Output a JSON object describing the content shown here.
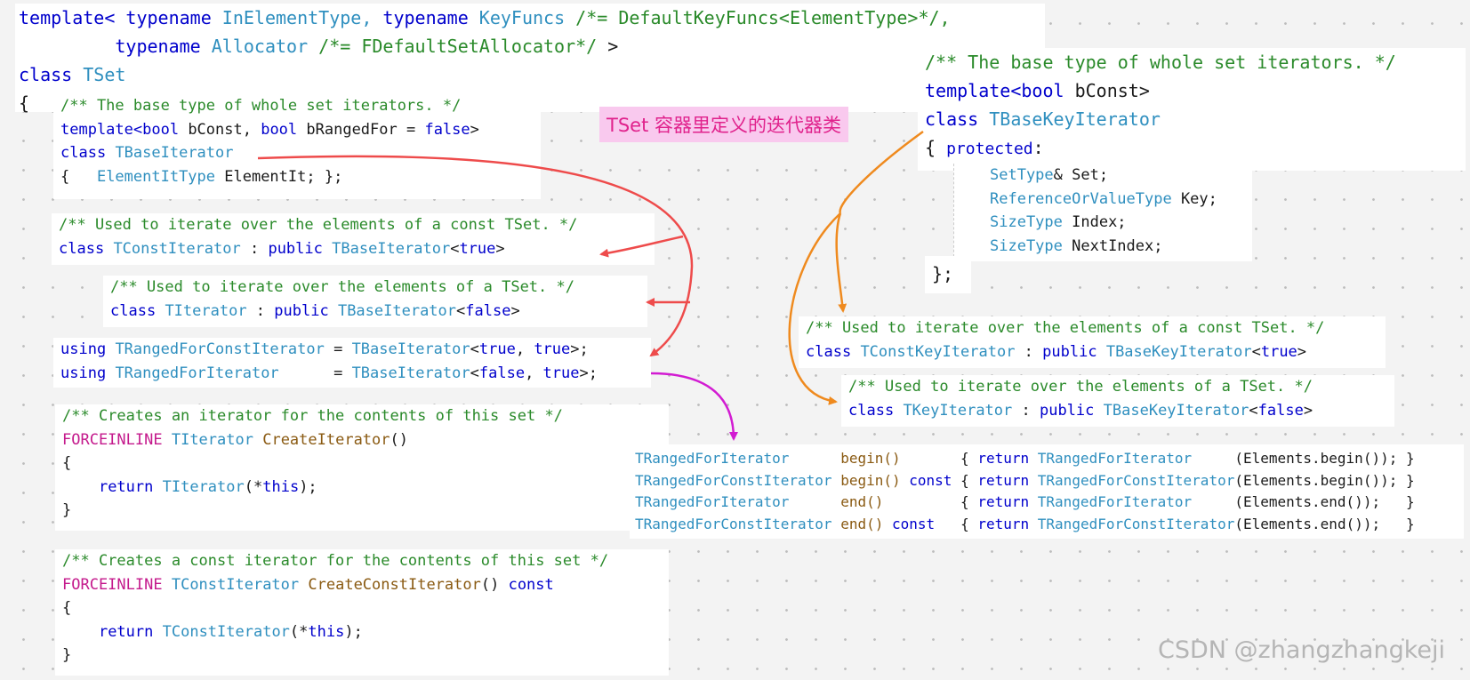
{
  "annotation_label": "TSet 容器里定义的迭代器类",
  "watermark": "CSDN @zhangzhangkeji",
  "code": {
    "template_decl_l1_a": "template< ",
    "template_decl_l1_b": "typename",
    "template_decl_l1_c": " InElementType, ",
    "template_decl_l1_d": "typename",
    "template_decl_l1_e": " KeyFuncs ",
    "template_decl_l1_f": "/*= DefaultKeyFuncs<ElementType>*/,",
    "template_decl_l2_a": "typename",
    "template_decl_l2_b": " Allocator ",
    "template_decl_l2_c": "/*= FDefaultSetAllocator*/",
    "template_decl_l2_d": " >",
    "class_kw": "class",
    "class_name": "TSet",
    "open_brace": "{",
    "base_comment": "/** The base type of whole set iterators. */",
    "base_template_a": "template<",
    "base_template_b": "bool",
    "base_template_c": " bConst, ",
    "base_template_d": "bool",
    "base_template_e": " bRangedFor = ",
    "base_template_f": "false",
    "base_template_g": ">",
    "base_class_kw": "class",
    "base_class_name": "TBaseIterator",
    "base_body_a": "{   ",
    "base_body_b": "ElementItType",
    "base_body_c": " ElementIt; };",
    "const_comment": "/** Used to iterate over the elements of a const TSet. */",
    "const_class_a": "class",
    "const_class_b": "TConstIterator",
    "const_class_c": " : ",
    "const_class_d": "public",
    "const_class_e": "TBaseIterator",
    "const_class_f": "<",
    "const_class_g": "true",
    "const_class_h": ">",
    "iter_comment": "/** Used to iterate over the elements of a TSet. */",
    "iter_class_a": "class",
    "iter_class_b": "TIterator",
    "iter_class_c": " : ",
    "iter_class_d": "public",
    "iter_class_e": "TBaseIterator",
    "iter_class_f": "<",
    "iter_class_g": "false",
    "iter_class_h": ">",
    "using1_a": "using",
    "using1_b": "TRangedForConstIterator",
    "using1_c": " = ",
    "using1_d": "TBaseIterator",
    "using1_e": "<",
    "using1_f": "true",
    "using1_g": ", ",
    "using1_h": "true",
    "using1_i": ">;",
    "using2_a": "using",
    "using2_b": "TRangedForIterator",
    "using2_c": "      = ",
    "using2_d": "TBaseIterator",
    "using2_e": "<",
    "using2_f": "false",
    "using2_g": ", ",
    "using2_h": "true",
    "using2_i": ">;",
    "create_comment": "/** Creates an iterator for the contents of this set */",
    "create_sig_a": "FORCEINLINE",
    "create_sig_b": "TIterator",
    "create_sig_c": "CreateIterator",
    "create_sig_d": "()",
    "brace_open": "{",
    "brace_close": "}",
    "create_ret_a": "return",
    "create_ret_b": "TIterator",
    "create_ret_c": "(*",
    "create_ret_d": "this",
    "create_ret_e": ");",
    "cconst_comment": "/** Creates a const iterator for the contents of this set */",
    "cconst_sig_a": "FORCEINLINE",
    "cconst_sig_b": "TConstIterator",
    "cconst_sig_c": "CreateConstIterator",
    "cconst_sig_d": "() ",
    "cconst_sig_e": "const",
    "cconst_ret_a": "return",
    "cconst_ret_b": "TConstIterator",
    "cconst_ret_c": "(*",
    "cconst_ret_d": "this",
    "cconst_ret_e": ");",
    "key_comment": "/** The base type of whole set iterators. */",
    "key_template_a": "template<",
    "key_template_b": "bool",
    "key_template_c": " bConst>",
    "key_class_kw": "class",
    "key_class_name": "TBaseKeyIterator",
    "key_open_a": "{ ",
    "key_open_b": "protected",
    "key_open_c": ":",
    "key_m1_a": "SetType",
    "key_m1_b": "& Set;",
    "key_m2_a": "ReferenceOrValueType",
    "key_m2_b": " Key;",
    "key_m3_a": "SizeType",
    "key_m3_b": " Index;",
    "key_m4_a": "SizeType",
    "key_m4_b": " NextIndex;",
    "key_close": "};",
    "kconst_comment": "/** Used to iterate over the elements of a const TSet. */",
    "kconst_a": "class",
    "kconst_b": "TConstKeyIterator",
    "kconst_c": " : ",
    "kconst_d": "public",
    "kconst_e": "TBaseKeyIterator",
    "kconst_f": "<",
    "kconst_g": "true",
    "kconst_h": ">",
    "kiter_comment": "/** Used to iterate over the elements of a TSet. */",
    "kiter_a": "class",
    "kiter_b": "TKeyIterator",
    "kiter_c": " : ",
    "kiter_d": "public",
    "kiter_e": "TBaseKeyIterator",
    "kiter_f": "<",
    "kiter_g": "false",
    "kiter_h": ">",
    "rf1_a": "TRangedForIterator",
    "rf1_b": "      ",
    "rf1_c": "begin()",
    "rf1_d": "       { ",
    "rf1_e": "return",
    "rf1_f": "TRangedForIterator",
    "rf1_g": "     (Elements.begin()); }",
    "rf2_a": "TRangedForConstIterator",
    "rf2_b": " ",
    "rf2_c": "begin()",
    "rf2_d": " const",
    "rf2_e": " { ",
    "rf2_f": "return",
    "rf2_g": "TRangedForConstIterator",
    "rf2_h": "(Elements.begin()); }",
    "rf3_a": "TRangedForIterator",
    "rf3_b": "      ",
    "rf3_c": "end()",
    "rf3_d": "         { ",
    "rf3_e": "return",
    "rf3_f": "TRangedForIterator",
    "rf3_g": "     (Elements.end());   }",
    "rf4_a": "TRangedForConstIterator",
    "rf4_b": " ",
    "rf4_c": "end()",
    "rf4_d": " const",
    "rf4_e": "   { ",
    "rf4_f": "return",
    "rf4_g": "TRangedForConstIterator",
    "rf4_h": "(Elements.end());   }"
  },
  "colors": {
    "keyword": "#0000cc",
    "type": "#2f8fbf",
    "comment": "#2a8a2a",
    "preprocessor": "#c41a8c",
    "function": "#8a5a12",
    "arrow_red": "#ee4b4b",
    "arrow_orange": "#ef8a1e",
    "arrow_magenta": "#d21bd2",
    "label_bg": "#f9c9ee",
    "label_fg": "#e0228c"
  }
}
